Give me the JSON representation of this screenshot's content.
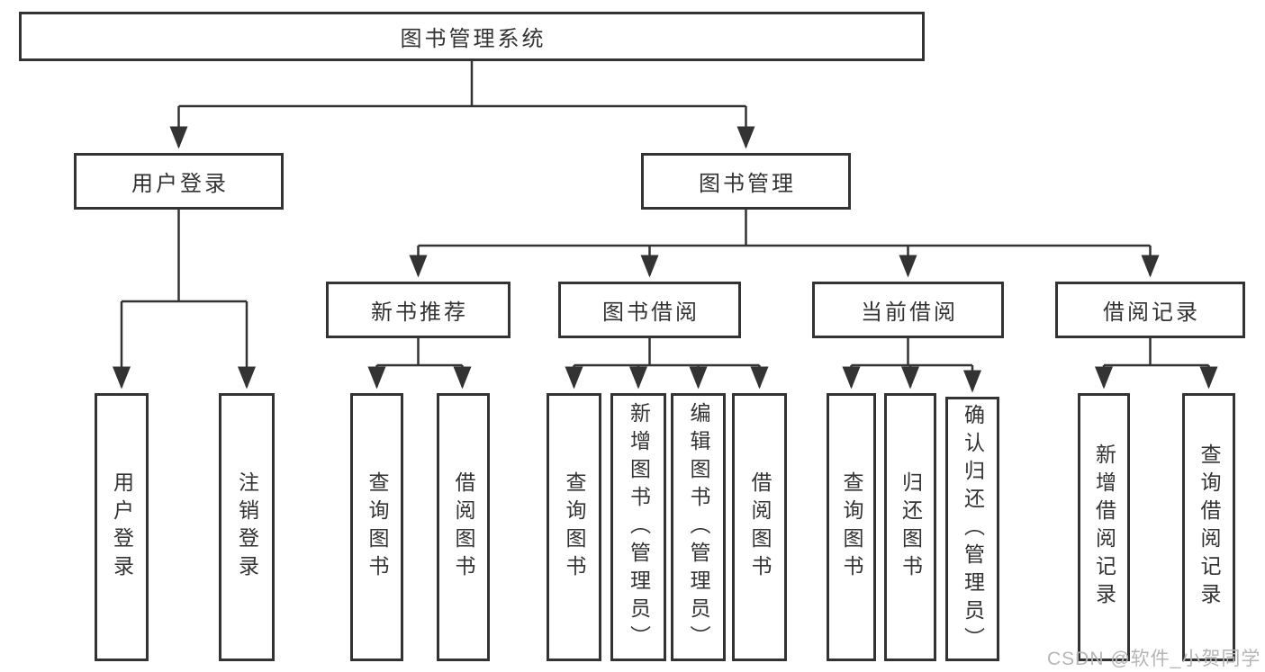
{
  "diagram": {
    "type": "tree",
    "title": "图书管理系统",
    "line_color": "#333333",
    "box_background": "#ffffff",
    "text_color": "#333333",
    "watermark": {
      "text": "CSDN @软件_小贺同学",
      "color": "#b5b5b5"
    },
    "nodes": {
      "root": {
        "label": "图书管理系统"
      },
      "user_login_group": {
        "label": "用户登录"
      },
      "book_mgmt": {
        "label": "图书管理"
      },
      "user_login": {
        "label": "用户登录"
      },
      "logout": {
        "label": "注销登录"
      },
      "new_book_rec": {
        "label": "新书推荐"
      },
      "book_borrow": {
        "label": "图书借阅"
      },
      "current_borrow": {
        "label": "当前借阅"
      },
      "borrow_records": {
        "label": "借阅记录"
      },
      "nbr_query": {
        "label": "查询图书"
      },
      "nbr_borrow": {
        "label": "借阅图书"
      },
      "bb_query": {
        "label": "查询图书"
      },
      "bb_add": {
        "label": "新增图书（管理员）"
      },
      "bb_edit": {
        "label": "编辑图书（管理员）"
      },
      "bb_borrow": {
        "label": "借阅图书"
      },
      "cb_query": {
        "label": "查询图书"
      },
      "cb_return": {
        "label": "归还图书"
      },
      "cb_confirm": {
        "label": "确认归还（管理员）"
      },
      "br_add": {
        "label": "新增借阅记录"
      },
      "br_query": {
        "label": "查询借阅记录"
      }
    },
    "edges": [
      {
        "from": "root",
        "to": [
          "user_login_group",
          "book_mgmt"
        ]
      },
      {
        "from": "user_login_group",
        "to": [
          "user_login",
          "logout"
        ]
      },
      {
        "from": "book_mgmt",
        "to": [
          "new_book_rec",
          "book_borrow",
          "current_borrow",
          "borrow_records"
        ]
      },
      {
        "from": "new_book_rec",
        "to": [
          "nbr_query",
          "nbr_borrow"
        ]
      },
      {
        "from": "book_borrow",
        "to": [
          "bb_query",
          "bb_add",
          "bb_edit",
          "bb_borrow"
        ]
      },
      {
        "from": "current_borrow",
        "to": [
          "cb_query",
          "cb_return",
          "cb_confirm"
        ]
      },
      {
        "from": "borrow_records",
        "to": [
          "br_add",
          "br_query"
        ]
      }
    ]
  }
}
